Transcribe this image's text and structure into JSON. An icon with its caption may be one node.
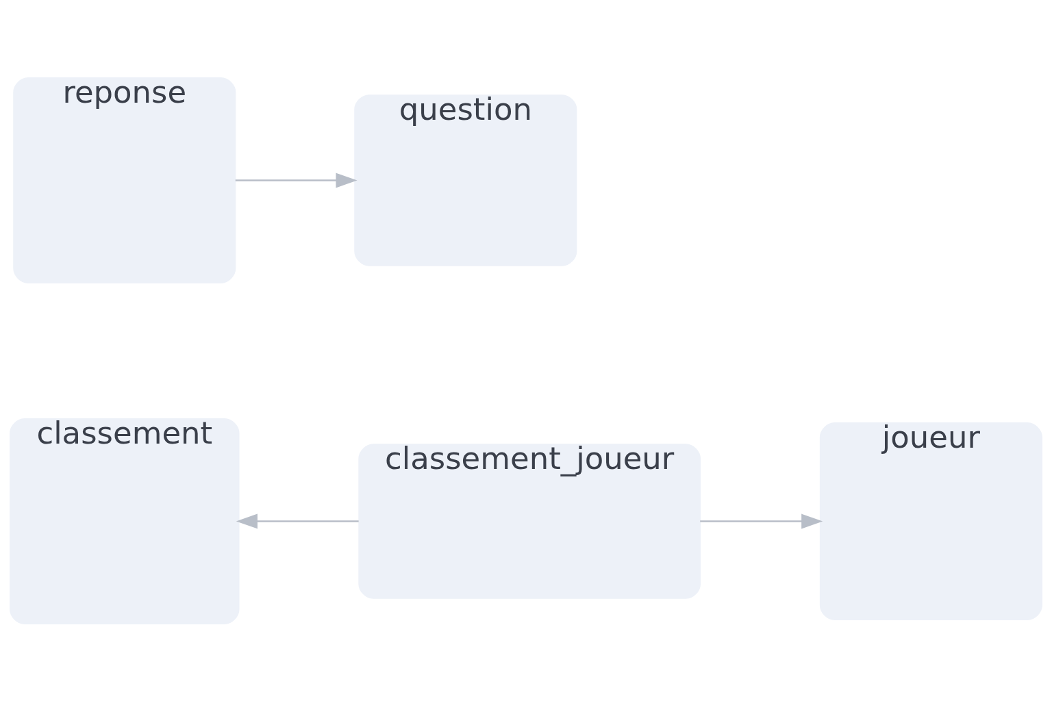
{
  "diagram": {
    "nodes": [
      {
        "text": [
          "reponse"
        ]
      },
      {
        "text": [
          "question"
        ]
      },
      {
        "text": [
          "classement"
        ]
      },
      {
        "text": [
          "classement_joueur"
        ]
      },
      {
        "text": [
          "joueur"
        ]
      }
    ],
    "edges": [
      {
        "from": 0,
        "to": 1,
        "arrow": "to"
      },
      {
        "from": 3,
        "to": 2,
        "arrow": "to"
      },
      {
        "from": 3,
        "to": 4,
        "arrow": "to"
      }
    ]
  }
}
